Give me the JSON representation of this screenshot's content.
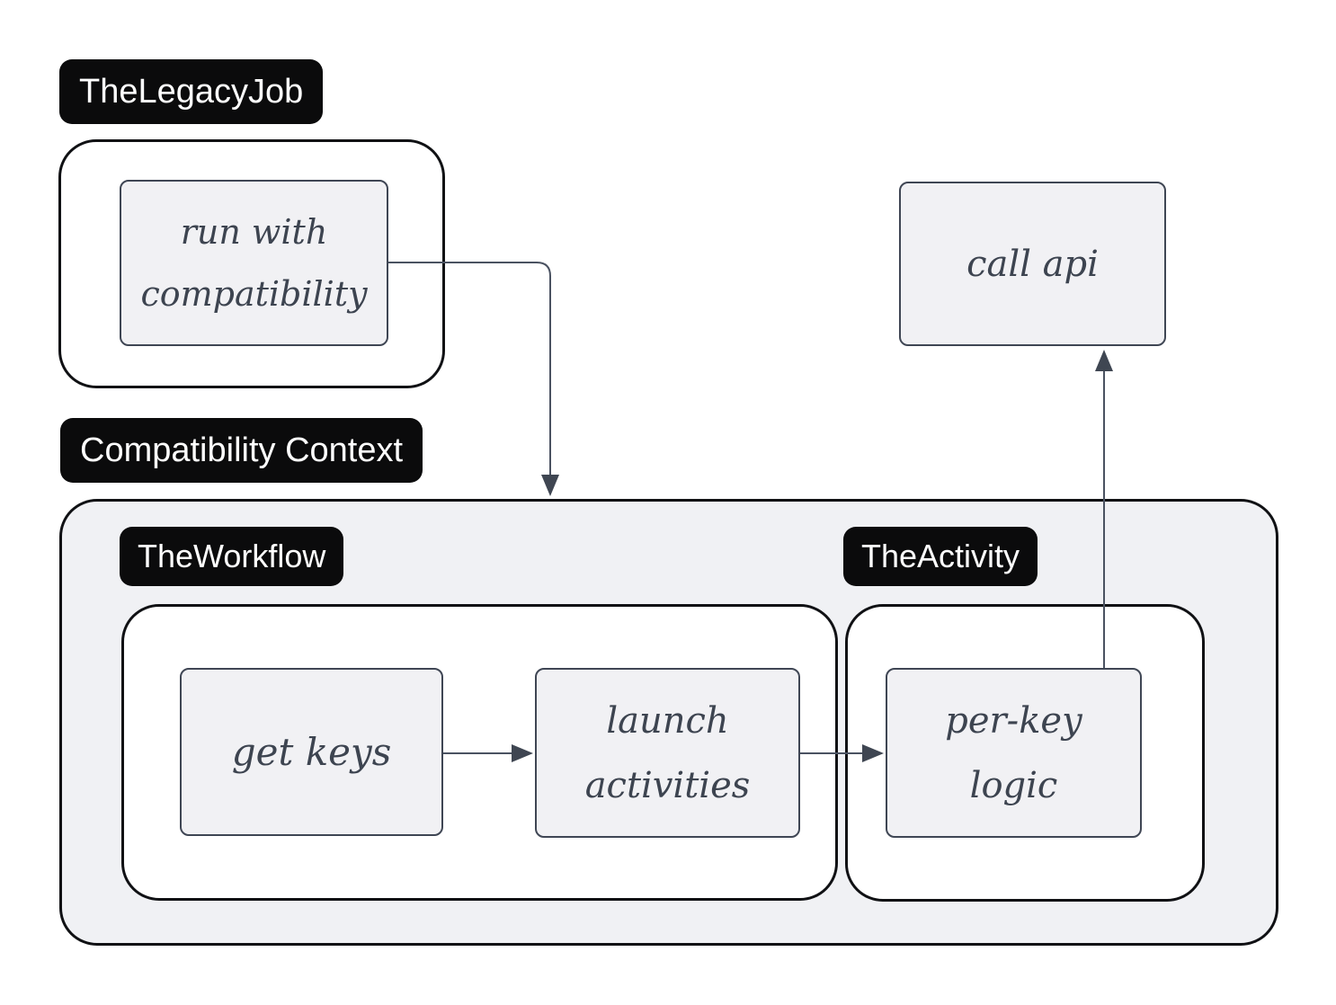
{
  "diagram": {
    "labels": {
      "legacy_job": "TheLegacyJob",
      "compatibility_context": "Compatibility Context",
      "workflow": "TheWorkflow",
      "activity": "TheActivity"
    },
    "nodes": {
      "run_with_compatibility": "run with compatibility",
      "call_api": "call api",
      "get_keys": "get keys",
      "launch_activities": "launch activities",
      "per_key_logic": "per-key logic"
    },
    "edges": [
      {
        "from": "run with compatibility",
        "to": "Compatibility Context"
      },
      {
        "from": "get keys",
        "to": "launch activities"
      },
      {
        "from": "launch activities",
        "to": "per-key logic"
      },
      {
        "from": "per-key logic",
        "to": "call api"
      }
    ],
    "colors": {
      "background": "#ffffff",
      "label_bg": "#0b0b0c",
      "label_text": "#ffffff",
      "node_fill": "#f1f1f4",
      "node_border": "#3f4654",
      "container_border": "#101114",
      "container_fill_gray": "#f0f1f4",
      "container_fill_white": "#ffffff",
      "arrow": "#4a5261",
      "arrowhead": "#3f4652",
      "handwriting_text": "#3d4450"
    }
  }
}
